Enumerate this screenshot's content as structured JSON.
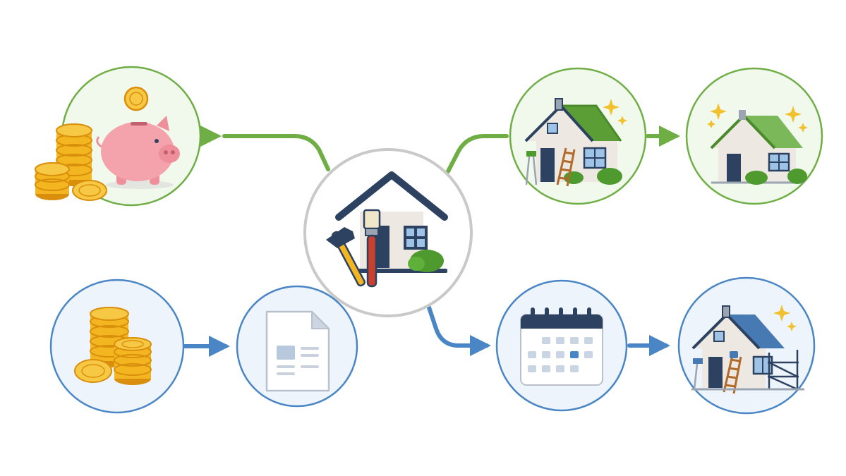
{
  "colors": {
    "green": "#6fae45",
    "green_fill": "#f1f8ec",
    "blue": "#4a86c5",
    "blue_fill": "#eef4fb",
    "gray_ring": "#c9c9c9",
    "navy": "#2d4260",
    "coin": "#f3b620",
    "coin_dark": "#d98f0c",
    "pig": "#f4a3ad",
    "wall": "#ede9e2",
    "roof_green": "#5a9e35",
    "roof_blue": "#4779b3",
    "bush": "#4e9a2f",
    "sparkle": "#f2c12e"
  },
  "nodes": [
    {
      "id": "savings",
      "track": "green",
      "icon": "piggy-bank-coins-icon"
    },
    {
      "id": "renovation",
      "track": "center",
      "icon": "house-tools-icon"
    },
    {
      "id": "green-renovation",
      "track": "green",
      "icon": "green-house-ladder-icon"
    },
    {
      "id": "green-result",
      "track": "green",
      "icon": "green-house-sparkle-icon"
    },
    {
      "id": "budget",
      "track": "blue",
      "icon": "coin-stacks-icon"
    },
    {
      "id": "document",
      "track": "blue",
      "icon": "document-icon"
    },
    {
      "id": "schedule",
      "track": "blue",
      "icon": "calendar-icon"
    },
    {
      "id": "blue-renovation",
      "track": "blue",
      "icon": "blue-house-scaffold-icon"
    }
  ],
  "edges": [
    {
      "from": "savings",
      "to": "renovation",
      "track": "green"
    },
    {
      "from": "renovation",
      "to": "green-renovation",
      "track": "green"
    },
    {
      "from": "green-renovation",
      "to": "green-result",
      "track": "green"
    },
    {
      "from": "budget",
      "to": "document",
      "track": "blue"
    },
    {
      "from": "document",
      "to": "renovation",
      "track": "blue"
    },
    {
      "from": "renovation",
      "to": "schedule",
      "track": "blue"
    },
    {
      "from": "schedule",
      "to": "blue-renovation",
      "track": "blue"
    }
  ]
}
